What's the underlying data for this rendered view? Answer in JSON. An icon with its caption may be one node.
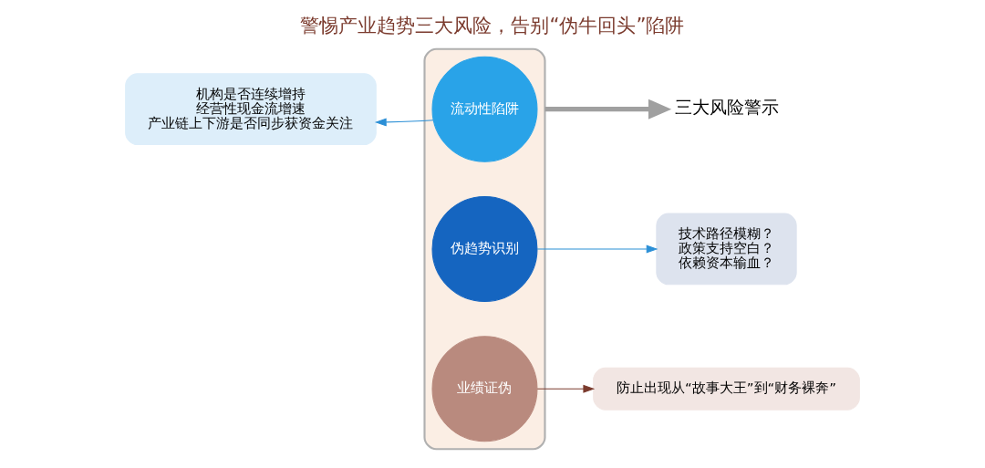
{
  "diagram": {
    "title": "警惕产业趋势三大风险，告别“伪牛回头”陷阱",
    "nodes": [
      {
        "text": [],
        "shape": "funnel"
      },
      {
        "text": [
          "流动性陷阱"
        ],
        "in": 0
      },
      {
        "text": [
          "伪趋势识别"
        ],
        "in": 0
      },
      {
        "text": [
          "业绩证伪"
        ],
        "in": 0
      },
      {
        "text": [
          "机构是否连续增持",
          "经营性现金流增速",
          "产业链上下游是否同步获资金关注"
        ]
      },
      {
        "text": [
          "技术路径模糊？",
          "政策支持空白？",
          "依赖资本输血？"
        ]
      },
      {
        "text": [
          "防止出现从“故事大王”到“财务裸奔”"
        ]
      },
      {
        "text": [
          "三大风险警示"
        ]
      }
    ],
    "edges": [
      {
        "from": 1,
        "to": 4,
        "arrow": "to",
        "color": "#2b8fd6"
      },
      {
        "from": 2,
        "to": 5,
        "arrow": "to",
        "color": "#2b8fd6"
      },
      {
        "from": 3,
        "to": 6,
        "arrow": "to",
        "color": "#7b3b2e"
      },
      {
        "from": 0,
        "to": 7,
        "arrow": "to",
        "style": "thick",
        "color": "#a0a0a0"
      }
    ]
  }
}
